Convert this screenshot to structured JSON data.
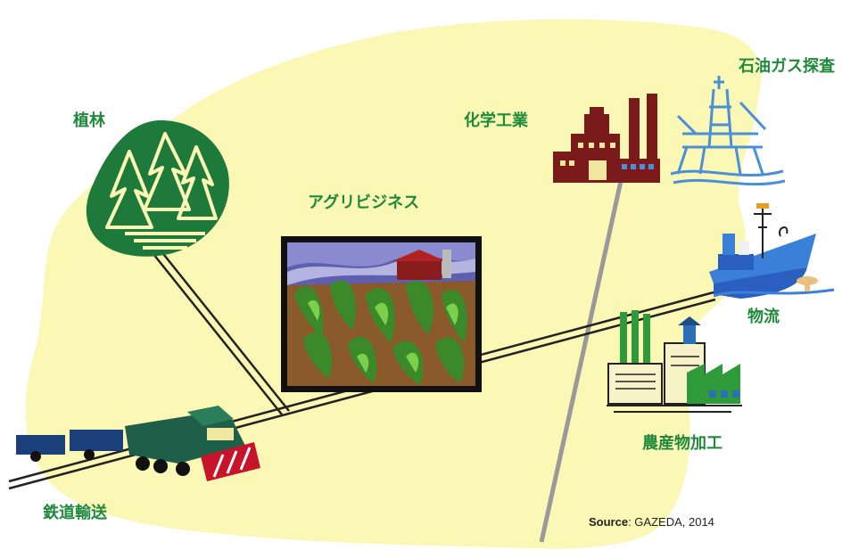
{
  "colors": {
    "label_green": "#1f8a3a",
    "region_fill": "#fbf7b5",
    "rail": "#222222",
    "pipeline": "#999999"
  },
  "labels": {
    "forestry": "植林",
    "chemical": "化学工業",
    "oil_gas": "石油ガス探査",
    "agribusiness": "アグリビジネス",
    "logistics": "物流",
    "agro_processing": "農産物加工",
    "railway": "鉄道輸送"
  },
  "icons": {
    "forest": "forest-icon",
    "chemical_factory": "chemical-factory-icon",
    "oil_rig": "oil-rig-icon",
    "farm": "farm-field-icon",
    "ship": "cargo-ship-icon",
    "processing_plant": "processing-plant-icon",
    "train": "train-icon"
  },
  "source": {
    "prefix": "Source",
    "text": ": GAZEDA, 2014"
  }
}
